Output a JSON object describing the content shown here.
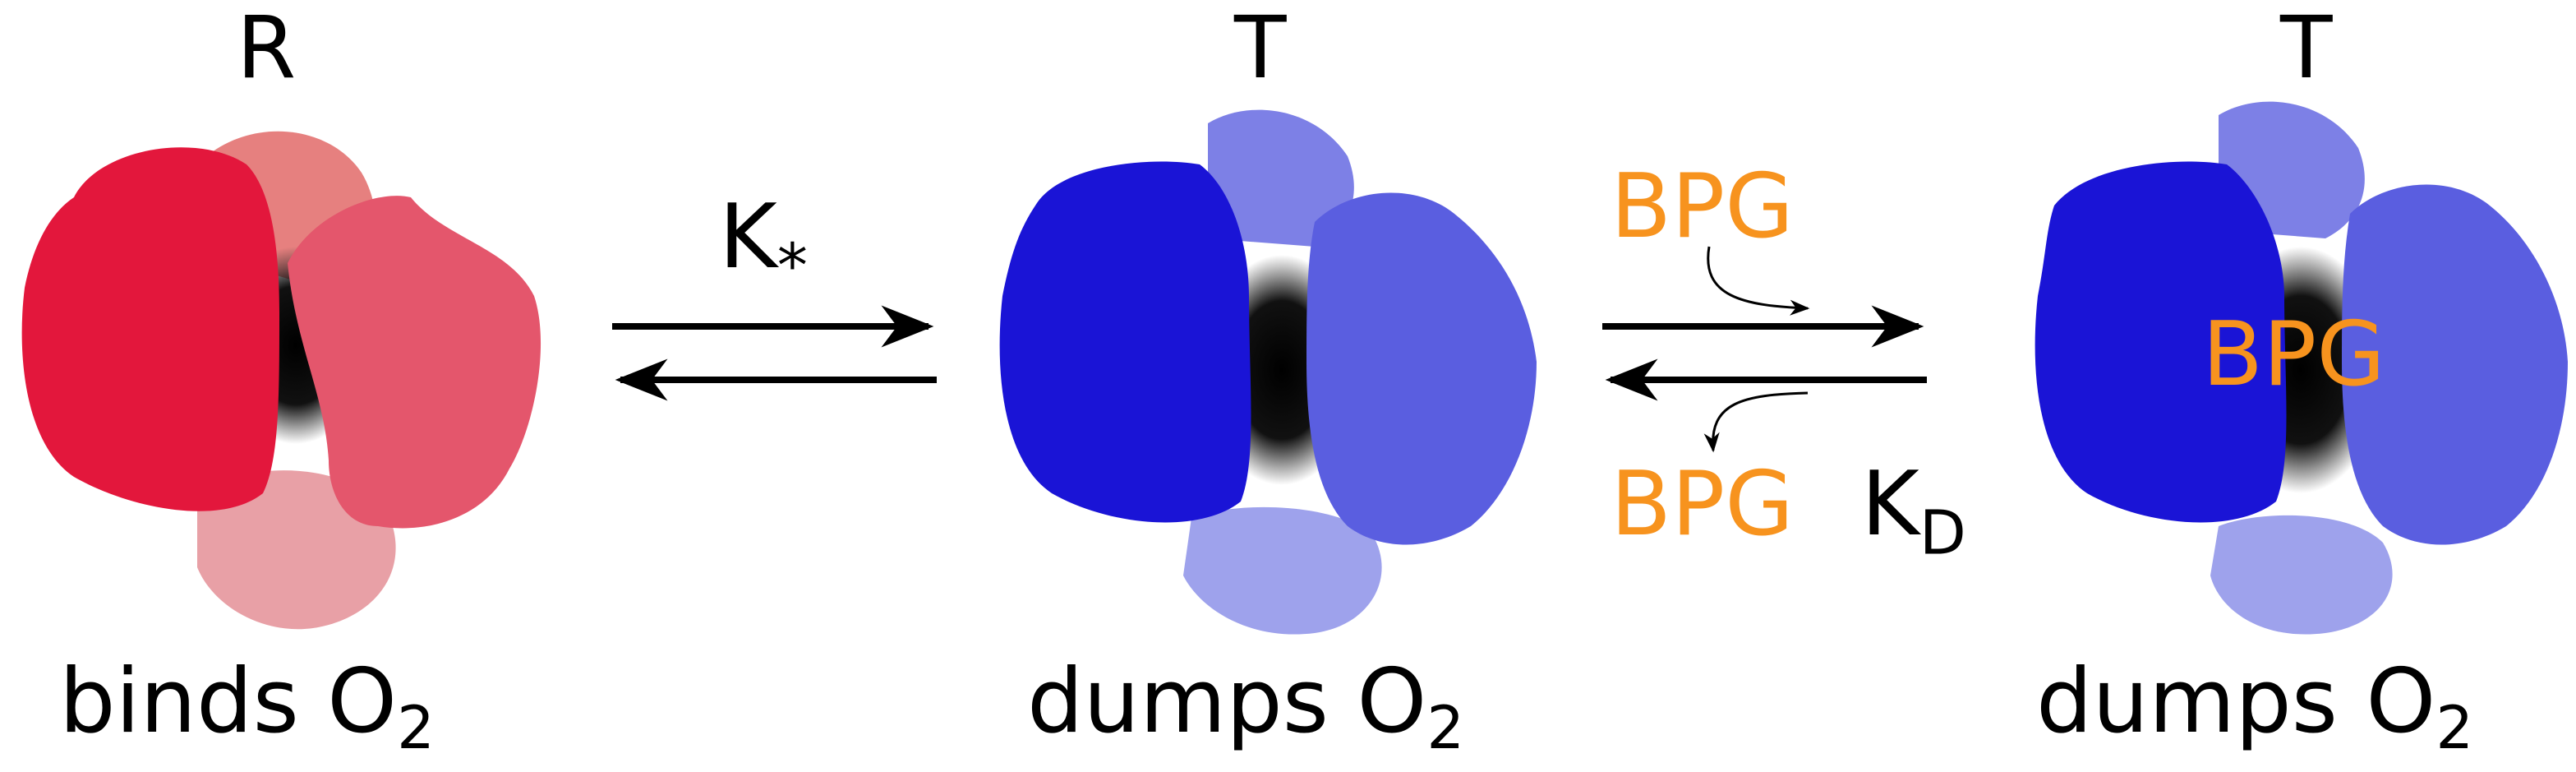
{
  "states": [
    {
      "letter": "R",
      "function_text": "binds O",
      "function_sub": "2",
      "color": "#e3173c",
      "secondary_color": "#e6607a"
    },
    {
      "letter": "T",
      "function_text": "dumps O",
      "function_sub": "2",
      "color": "#1a14d6",
      "secondary_color": "#5a5ee0"
    },
    {
      "letter": "T",
      "function_text": "dumps O",
      "function_sub": "2",
      "color": "#1a14d6",
      "secondary_color": "#5a5ee0"
    }
  ],
  "equilibrium_1": {
    "k_main": "K",
    "k_sub": "*"
  },
  "equilibrium_2": {
    "ligand_in": "BPG",
    "ligand_out": "BPG",
    "k_main": "K",
    "k_sub": "D"
  },
  "bound_ligand": "BPG",
  "colors": {
    "ligand": "#f7931e",
    "arrow": "#000000"
  }
}
